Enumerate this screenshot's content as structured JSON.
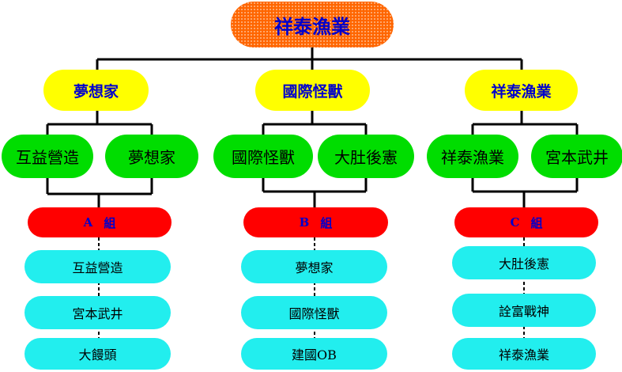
{
  "root": {
    "label": "祥泰漁業"
  },
  "level1": [
    {
      "label": "夢想家"
    },
    {
      "label": "國際怪獸"
    },
    {
      "label": "祥泰漁業"
    }
  ],
  "level2": [
    {
      "label": "互益營造"
    },
    {
      "label": "夢想家"
    },
    {
      "label": "國際怪獸"
    },
    {
      "label": "大肚後憲"
    },
    {
      "label": "祥泰漁業"
    },
    {
      "label": "宮本武井"
    }
  ],
  "groups": [
    {
      "letter": "A",
      "suffix": "組",
      "members": [
        "互益營造",
        "宮本武井",
        "大饅頭"
      ]
    },
    {
      "letter": "B",
      "suffix": "組",
      "members": [
        "夢想家",
        "國際怪獸",
        "建國OB"
      ]
    },
    {
      "letter": "C",
      "suffix": "組",
      "members": [
        "大肚後憲",
        "詮富戰神",
        "祥泰漁業"
      ]
    }
  ],
  "colors": {
    "root": "#ff6600",
    "level1": "#ffff00",
    "level2": "#00dd00",
    "group_header": "#ff0000",
    "member": "#22eeee",
    "label_blue": "#0000cc"
  }
}
